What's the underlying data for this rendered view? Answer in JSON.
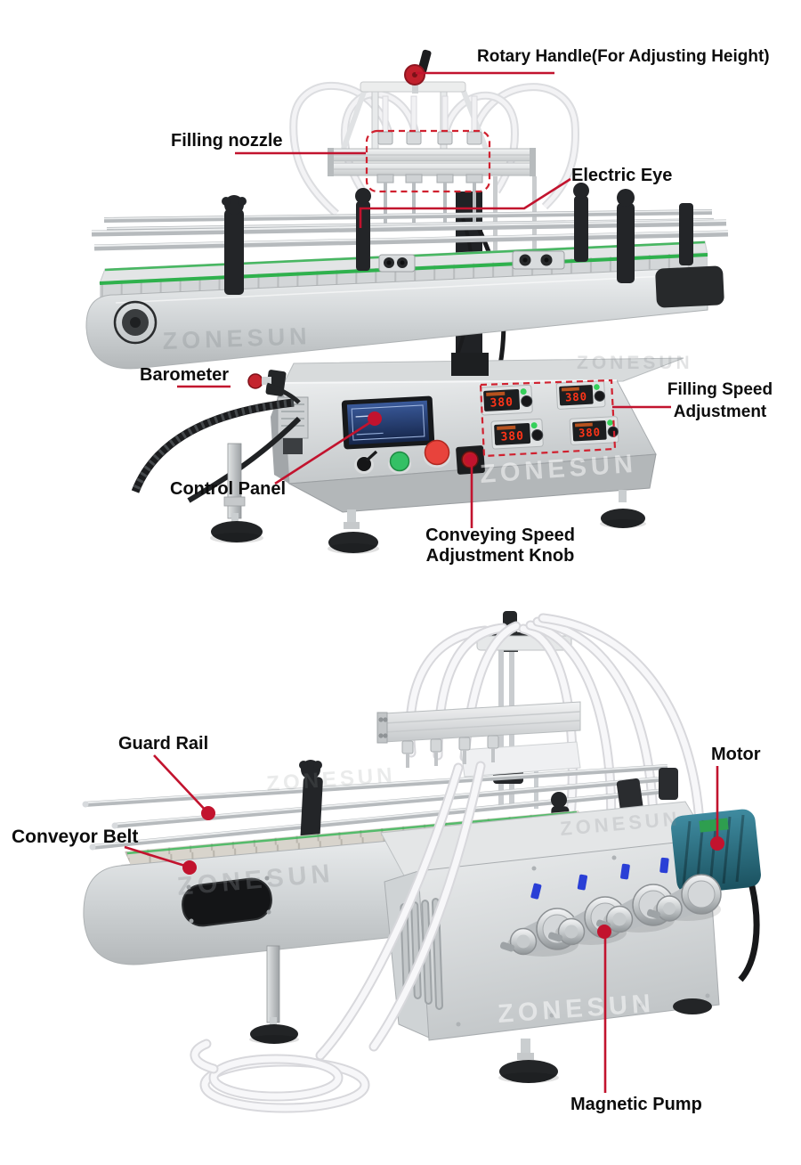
{
  "image_type": "annotated product diagram (liquid filling machine, two views)",
  "watermark_text": "ZONESUN",
  "displays": [
    "380",
    "380",
    "380",
    "380"
  ],
  "colors": {
    "annotation_red": "#c2132e",
    "belt_strip_green": "#2fb14d",
    "motor_teal": "#2a7183",
    "display_digits_red": "#ff3418"
  },
  "annotations": {
    "rotary_handle": "Rotary Handle(For Adjusting Height)",
    "filling_nozzle": "Filling nozzle",
    "electric_eye": "Electric Eye",
    "barometer": "Barometer",
    "filling_speed_line1": "Filling Speed",
    "filling_speed_line2": "Adjustment",
    "control_panel": "Control Panel",
    "conveying_line1": "Conveying Speed",
    "conveying_line2": "Adjustment Knob",
    "guard_rail": "Guard Rail",
    "motor": "Motor",
    "conveyor_belt": "Conveyor Belt",
    "magnetic_pump": "Magnetic Pump"
  }
}
